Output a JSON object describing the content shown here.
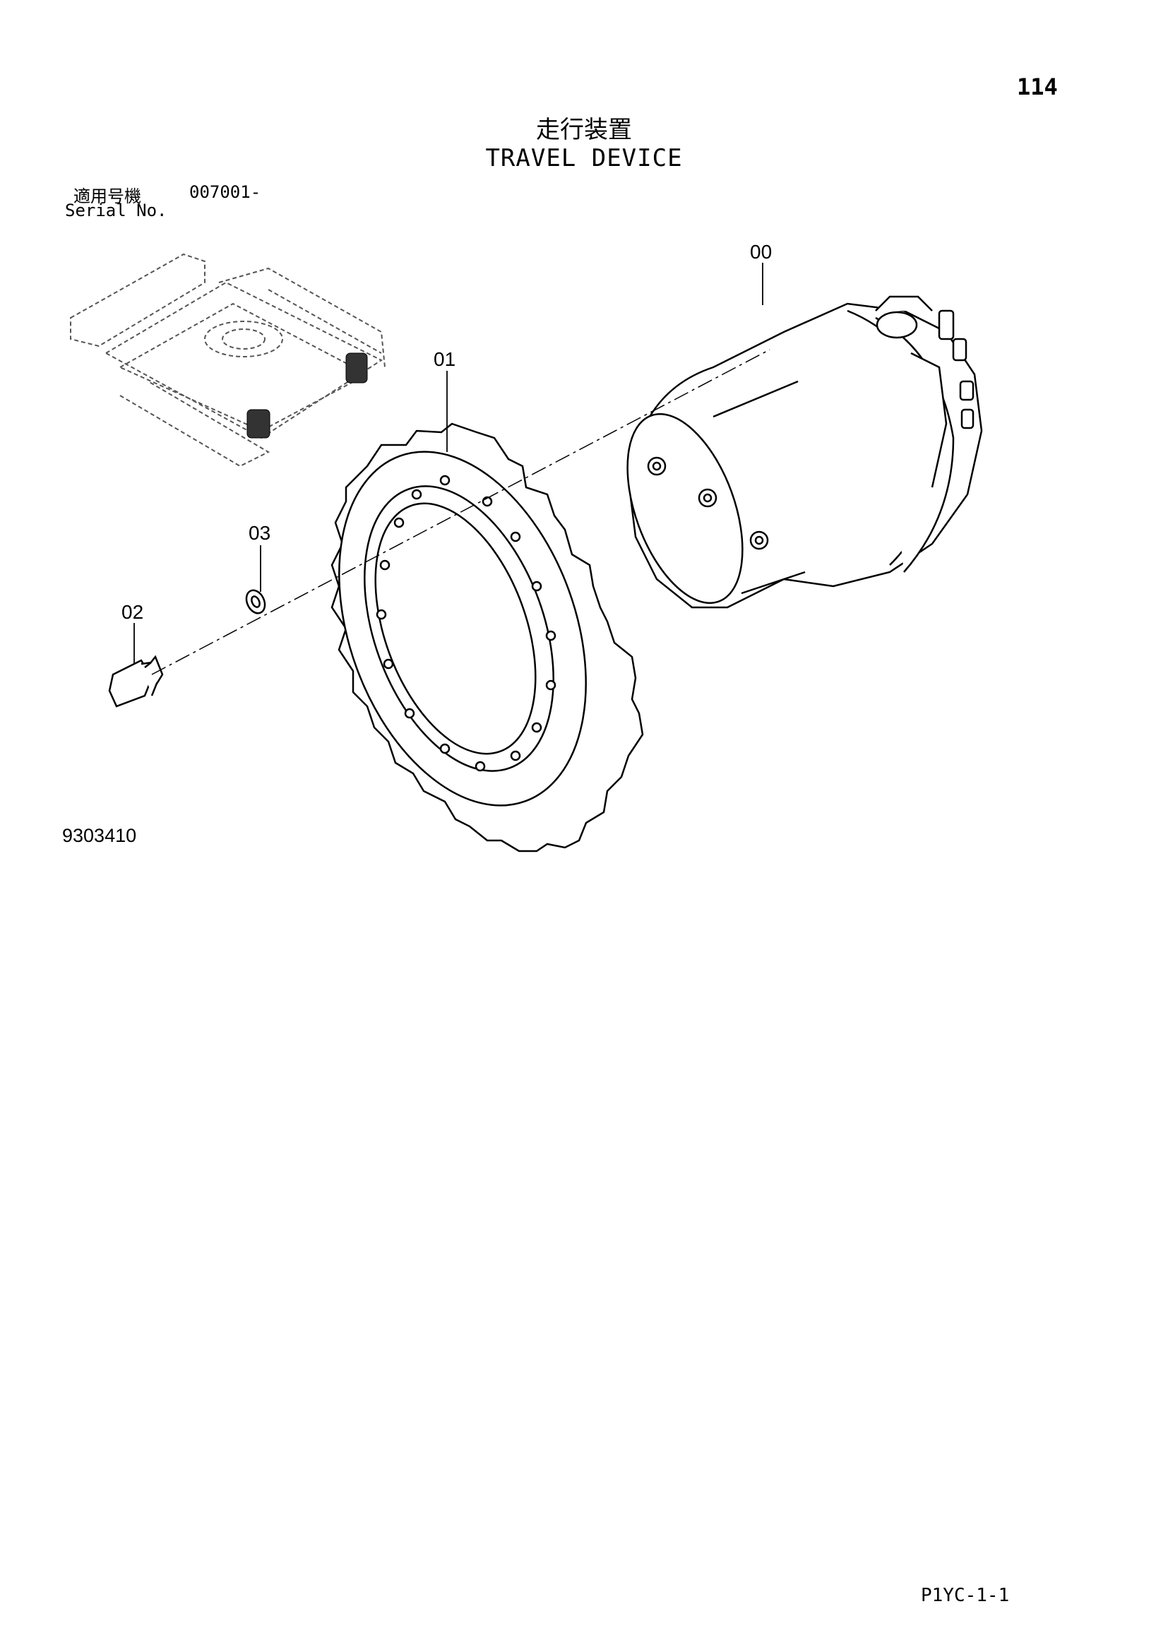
{
  "page": {
    "number": "114",
    "title_jp": "走行装置",
    "title_en": "TRAVEL DEVICE",
    "serial_label_jp": "適用号機",
    "serial_value": "007001-",
    "serial_label_en": "Serial No.",
    "drawing_number": "9303410",
    "footer_code": "P1YC-1-1"
  },
  "callouts": [
    "00",
    "01",
    "02",
    "03"
  ],
  "colors": {
    "line": "#000000",
    "dashed_outline": "#555555",
    "background": "#ffffff"
  }
}
